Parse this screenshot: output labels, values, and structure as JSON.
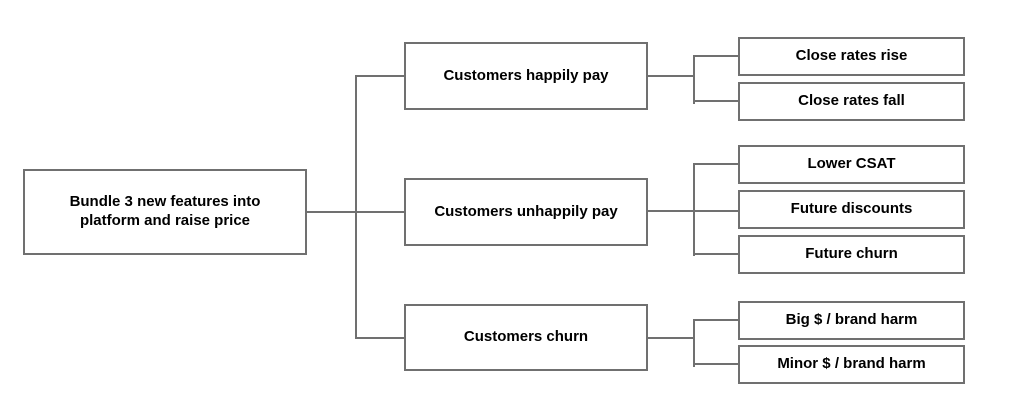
{
  "diagram": {
    "type": "decision-tree",
    "root": {
      "label": "Bundle 3 new features into platform and raise price"
    },
    "branches": [
      {
        "label": "Customers happily pay",
        "children": [
          {
            "label": "Close rates rise"
          },
          {
            "label": "Close rates fall"
          }
        ]
      },
      {
        "label": "Customers unhappily pay",
        "children": [
          {
            "label": "Lower CSAT"
          },
          {
            "label": "Future discounts"
          },
          {
            "label": "Future churn"
          }
        ]
      },
      {
        "label": "Customers churn",
        "children": [
          {
            "label": "Big $ / brand harm"
          },
          {
            "label": "Minor $ / brand harm"
          }
        ]
      }
    ],
    "colors": {
      "box_border": "#707070",
      "connector_line": "#707070",
      "text": "#000000",
      "background": "#ffffff"
    }
  }
}
